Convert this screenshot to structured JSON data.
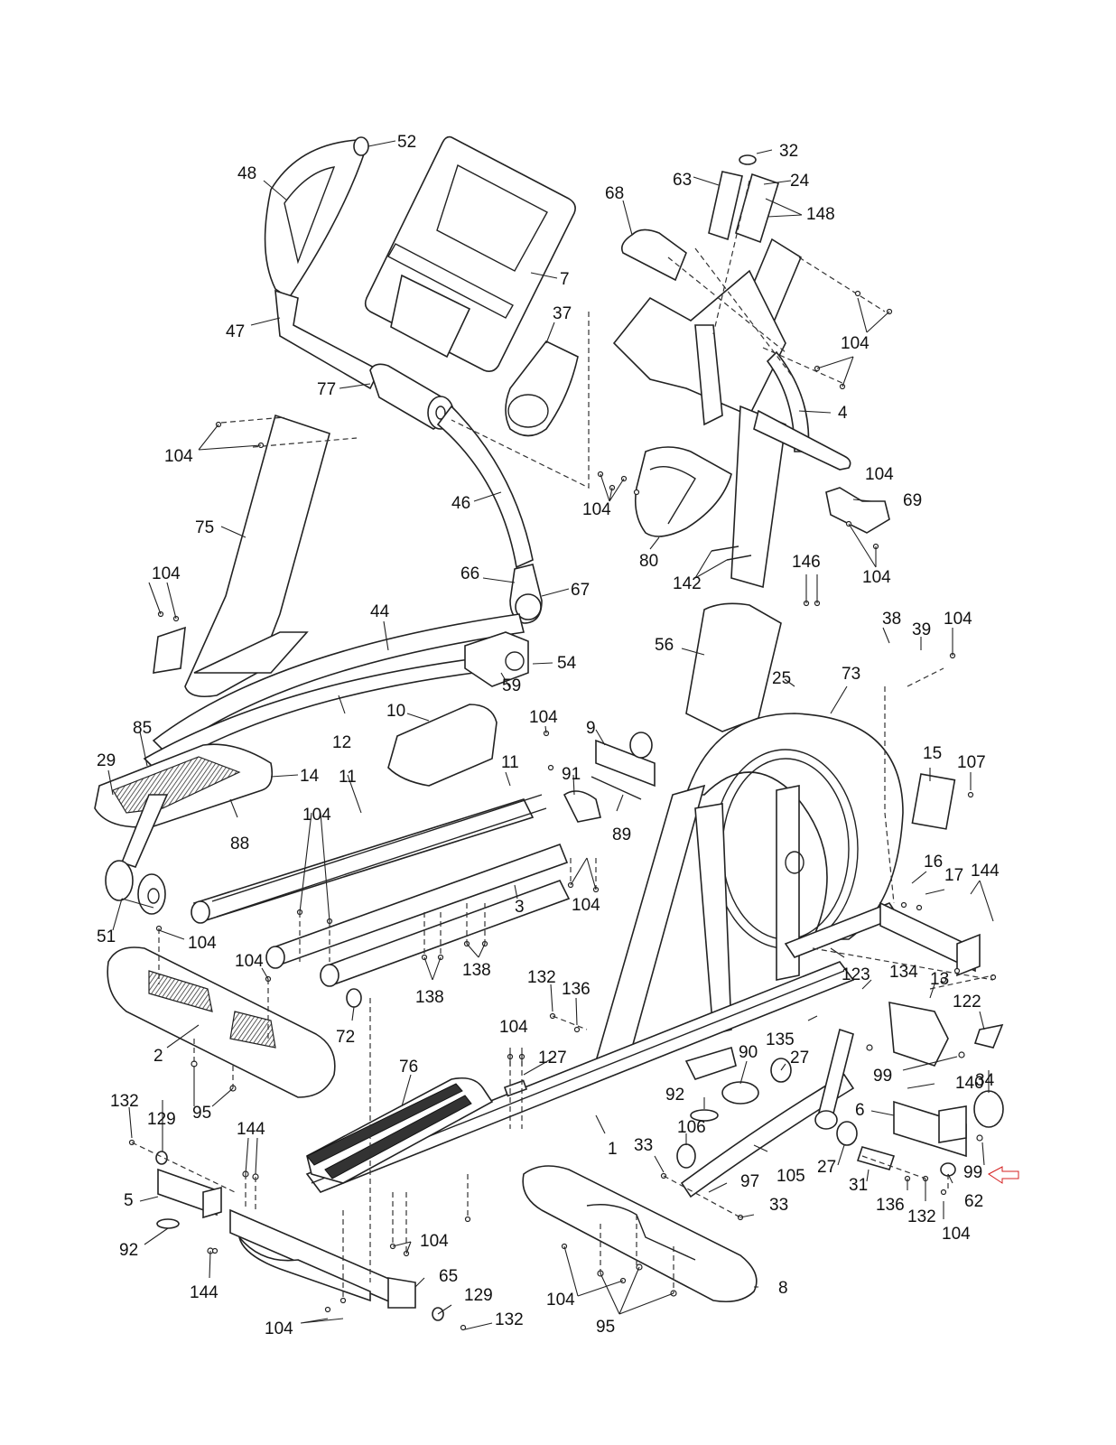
{
  "diagram": {
    "title": "Elliptical trainer exploded parts view",
    "highlight": {
      "part": "99",
      "arrow_color": "#d42020",
      "arrow_direction": "left"
    },
    "labels": [
      {
        "id": "l52",
        "text": "52"
      },
      {
        "id": "l48",
        "text": "48"
      },
      {
        "id": "l7",
        "text": "7"
      },
      {
        "id": "l47",
        "text": "47"
      },
      {
        "id": "l77",
        "text": "77"
      },
      {
        "id": "l37",
        "text": "37"
      },
      {
        "id": "l32",
        "text": "32"
      },
      {
        "id": "l63",
        "text": "63"
      },
      {
        "id": "l24",
        "text": "24"
      },
      {
        "id": "l148",
        "text": "148"
      },
      {
        "id": "l68",
        "text": "68"
      },
      {
        "id": "l104a",
        "text": "104"
      },
      {
        "id": "l4",
        "text": "4"
      },
      {
        "id": "l104b",
        "text": "104"
      },
      {
        "id": "l46",
        "text": "46"
      },
      {
        "id": "l75",
        "text": "75"
      },
      {
        "id": "l104c",
        "text": "104"
      },
      {
        "id": "l80",
        "text": "80"
      },
      {
        "id": "l104d",
        "text": "104"
      },
      {
        "id": "l69",
        "text": "69"
      },
      {
        "id": "l104e",
        "text": "104"
      },
      {
        "id": "l142",
        "text": "142"
      },
      {
        "id": "l104f",
        "text": "104"
      },
      {
        "id": "l66",
        "text": "66"
      },
      {
        "id": "l67",
        "text": "67"
      },
      {
        "id": "l146",
        "text": "146"
      },
      {
        "id": "l44",
        "text": "44"
      },
      {
        "id": "l38",
        "text": "38"
      },
      {
        "id": "l39",
        "text": "39"
      },
      {
        "id": "l104g",
        "text": "104"
      },
      {
        "id": "l56",
        "text": "56"
      },
      {
        "id": "l54",
        "text": "54"
      },
      {
        "id": "l25",
        "text": "25"
      },
      {
        "id": "l73",
        "text": "73"
      },
      {
        "id": "l59",
        "text": "59"
      },
      {
        "id": "l12",
        "text": "12"
      },
      {
        "id": "l10",
        "text": "10"
      },
      {
        "id": "l104h",
        "text": "104"
      },
      {
        "id": "l9",
        "text": "9"
      },
      {
        "id": "l85",
        "text": "85"
      },
      {
        "id": "l29",
        "text": "29"
      },
      {
        "id": "l14",
        "text": "14"
      },
      {
        "id": "l11a",
        "text": "11"
      },
      {
        "id": "l11b",
        "text": "11"
      },
      {
        "id": "l91",
        "text": "91"
      },
      {
        "id": "l15",
        "text": "15"
      },
      {
        "id": "l107",
        "text": "107"
      },
      {
        "id": "l88",
        "text": "88"
      },
      {
        "id": "l104i",
        "text": "104"
      },
      {
        "id": "l89",
        "text": "89"
      },
      {
        "id": "l16",
        "text": "16"
      },
      {
        "id": "l17",
        "text": "17"
      },
      {
        "id": "l144a",
        "text": "144"
      },
      {
        "id": "l51",
        "text": "51"
      },
      {
        "id": "l3",
        "text": "3"
      },
      {
        "id": "l104j",
        "text": "104"
      },
      {
        "id": "l104k",
        "text": "104"
      },
      {
        "id": "l104l",
        "text": "104"
      },
      {
        "id": "l138a",
        "text": "138"
      },
      {
        "id": "l138b",
        "text": "138"
      },
      {
        "id": "l123",
        "text": "123"
      },
      {
        "id": "l134",
        "text": "134"
      },
      {
        "id": "l13",
        "text": "13"
      },
      {
        "id": "l72",
        "text": "72"
      },
      {
        "id": "l132a",
        "text": "132"
      },
      {
        "id": "l136a",
        "text": "136"
      },
      {
        "id": "l122",
        "text": "122"
      },
      {
        "id": "l2",
        "text": "2"
      },
      {
        "id": "l104m",
        "text": "104"
      },
      {
        "id": "l127",
        "text": "127"
      },
      {
        "id": "l135",
        "text": "135"
      },
      {
        "id": "l90",
        "text": "90"
      },
      {
        "id": "l27a",
        "text": "27"
      },
      {
        "id": "l99a",
        "text": "99"
      },
      {
        "id": "l34",
        "text": "34"
      },
      {
        "id": "l76",
        "text": "76"
      },
      {
        "id": "l140",
        "text": "140"
      },
      {
        "id": "l95a",
        "text": "95"
      },
      {
        "id": "l92a",
        "text": "92"
      },
      {
        "id": "l6",
        "text": "6"
      },
      {
        "id": "l132b",
        "text": "132"
      },
      {
        "id": "l129a",
        "text": "129"
      },
      {
        "id": "l1",
        "text": "1"
      },
      {
        "id": "l106",
        "text": "106"
      },
      {
        "id": "l144b",
        "text": "144"
      },
      {
        "id": "l33a",
        "text": "33"
      },
      {
        "id": "l99b",
        "text": "99"
      },
      {
        "id": "l27b",
        "text": "27"
      },
      {
        "id": "l105",
        "text": "105"
      },
      {
        "id": "l97",
        "text": "97"
      },
      {
        "id": "l5",
        "text": "5"
      },
      {
        "id": "l31",
        "text": "31"
      },
      {
        "id": "l62",
        "text": "62"
      },
      {
        "id": "l136b",
        "text": "136"
      },
      {
        "id": "l33b",
        "text": "33"
      },
      {
        "id": "l132c",
        "text": "132"
      },
      {
        "id": "l92b",
        "text": "92"
      },
      {
        "id": "l104n",
        "text": "104"
      },
      {
        "id": "l104o",
        "text": "104"
      },
      {
        "id": "l65",
        "text": "65"
      },
      {
        "id": "l144c",
        "text": "144"
      },
      {
        "id": "l129b",
        "text": "129"
      },
      {
        "id": "l8",
        "text": "8"
      },
      {
        "id": "l104p",
        "text": "104"
      },
      {
        "id": "l104q",
        "text": "104"
      },
      {
        "id": "l132d",
        "text": "132"
      },
      {
        "id": "l95b",
        "text": "95"
      }
    ]
  }
}
